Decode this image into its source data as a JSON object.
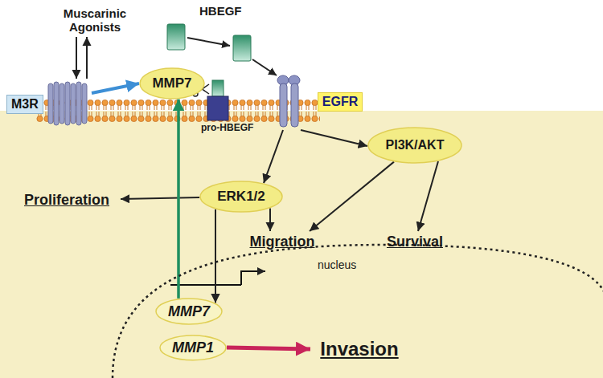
{
  "diagram": {
    "nodes": [
      {
        "text": [
          "Muscarinic Agonists"
        ]
      },
      {
        "text": [
          "M3R"
        ]
      },
      {
        "text": [
          "MMP7"
        ]
      },
      {
        "text": [
          "EGFR"
        ]
      },
      {
        "text": [
          "PI3K/AKT"
        ]
      },
      {
        "text": [
          "ERK1/2"
        ]
      },
      {
        "text": [
          "Proliferation"
        ]
      },
      {
        "text": [
          "Migration"
        ]
      },
      {
        "text": [
          "Survival"
        ]
      },
      {
        "text": [
          "nucleus"
        ]
      },
      {
        "text": [
          "MMP7"
        ],
        "in": 9
      },
      {
        "text": [
          "MMP1"
        ],
        "in": 9
      },
      {
        "text": [
          "Invasion"
        ],
        "in": 9
      }
    ],
    "edges": [
      {
        "from": 0,
        "to": 1,
        "arrow": "to"
      },
      {
        "from": 1,
        "to": 0,
        "arrow": "to"
      },
      {
        "from": 1,
        "to": 2,
        "arrow": "to"
      },
      {
        "from": 3,
        "to": 5,
        "arrow": "to"
      },
      {
        "from": 3,
        "to": 4,
        "arrow": "to"
      },
      {
        "from": 5,
        "to": 6,
        "arrow": "to"
      },
      {
        "from": 5,
        "to": 7,
        "arrow": "to"
      },
      {
        "from": 4,
        "to": 7,
        "arrow": "to"
      },
      {
        "from": 4,
        "to": 8,
        "arrow": "to"
      },
      {
        "from": 5,
        "to": 10,
        "arrow": "to"
      },
      {
        "from": 10,
        "to": 2,
        "arrow": "to"
      },
      {
        "from": 11,
        "to": 12,
        "arrow": "to"
      }
    ],
    "labels": [
      "HBEGF",
      "pro-HBEGF"
    ]
  }
}
